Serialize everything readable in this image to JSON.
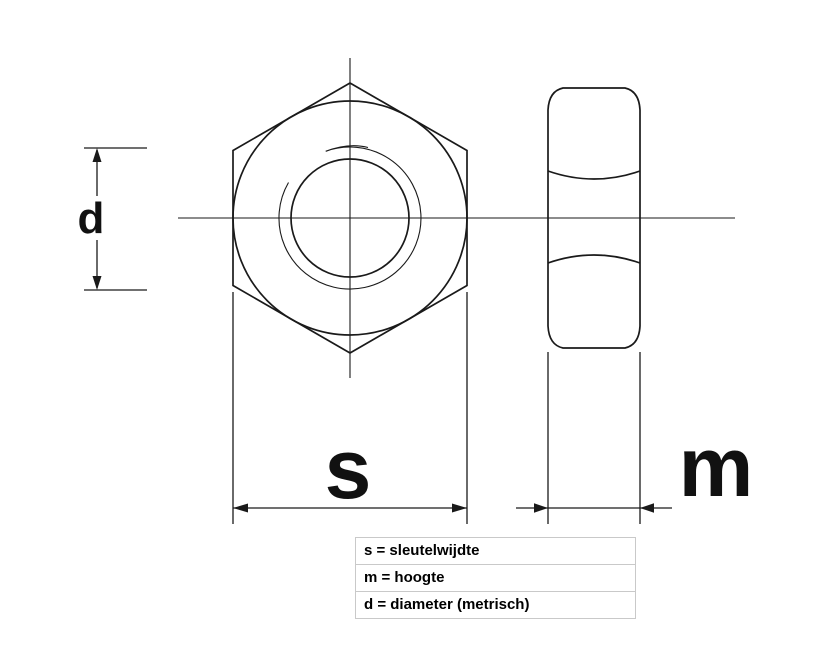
{
  "labels": {
    "d": "d",
    "s": "s",
    "m": "m"
  },
  "legend": {
    "rows": [
      "s = sleutelwijdte",
      "m = hoogte",
      "d = diameter (metrisch)"
    ]
  },
  "colors": {
    "line": "#1a1a1a",
    "background": "#ffffff",
    "legend_border": "#c9c9c9"
  }
}
